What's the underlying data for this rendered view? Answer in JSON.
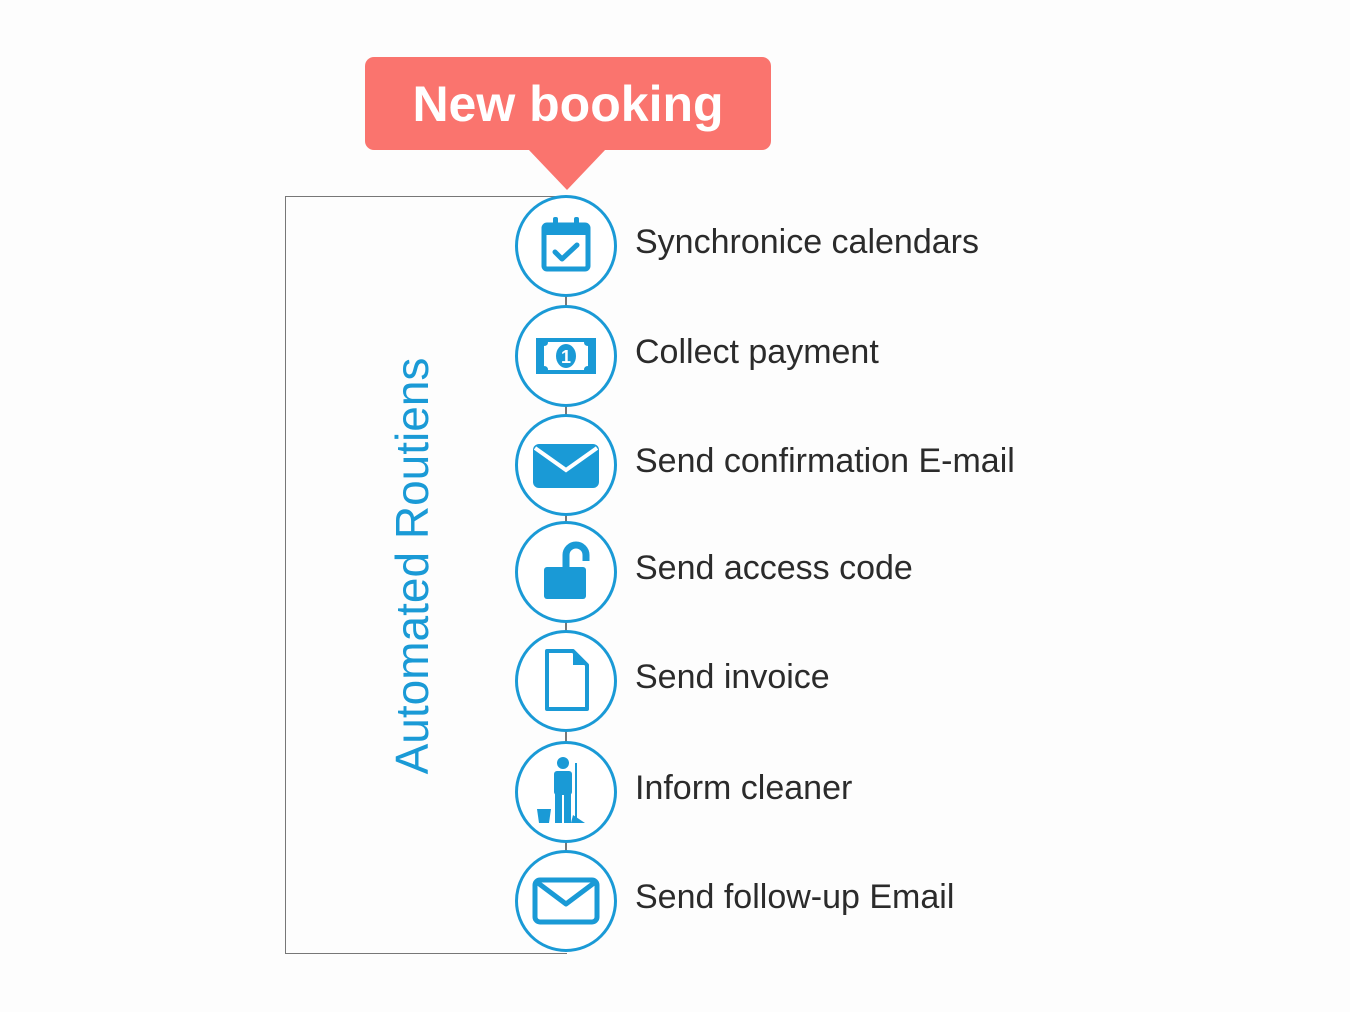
{
  "trigger": {
    "label": "New booking",
    "color": "#fa746e"
  },
  "group_label": "Automated Routiens",
  "accent_color": "#1a9ad6",
  "steps": [
    {
      "label": "Synchronice calendars",
      "icon": "calendar-check-icon"
    },
    {
      "label": "Collect payment",
      "icon": "banknote-icon"
    },
    {
      "label": "Send confirmation E-mail",
      "icon": "envelope-filled-icon"
    },
    {
      "label": "Send access code",
      "icon": "unlocked-padlock-icon"
    },
    {
      "label": "Send invoice",
      "icon": "document-icon"
    },
    {
      "label": "Inform cleaner",
      "icon": "cleaner-icon"
    },
    {
      "label": "Send follow-up Email",
      "icon": "envelope-outline-icon"
    }
  ]
}
